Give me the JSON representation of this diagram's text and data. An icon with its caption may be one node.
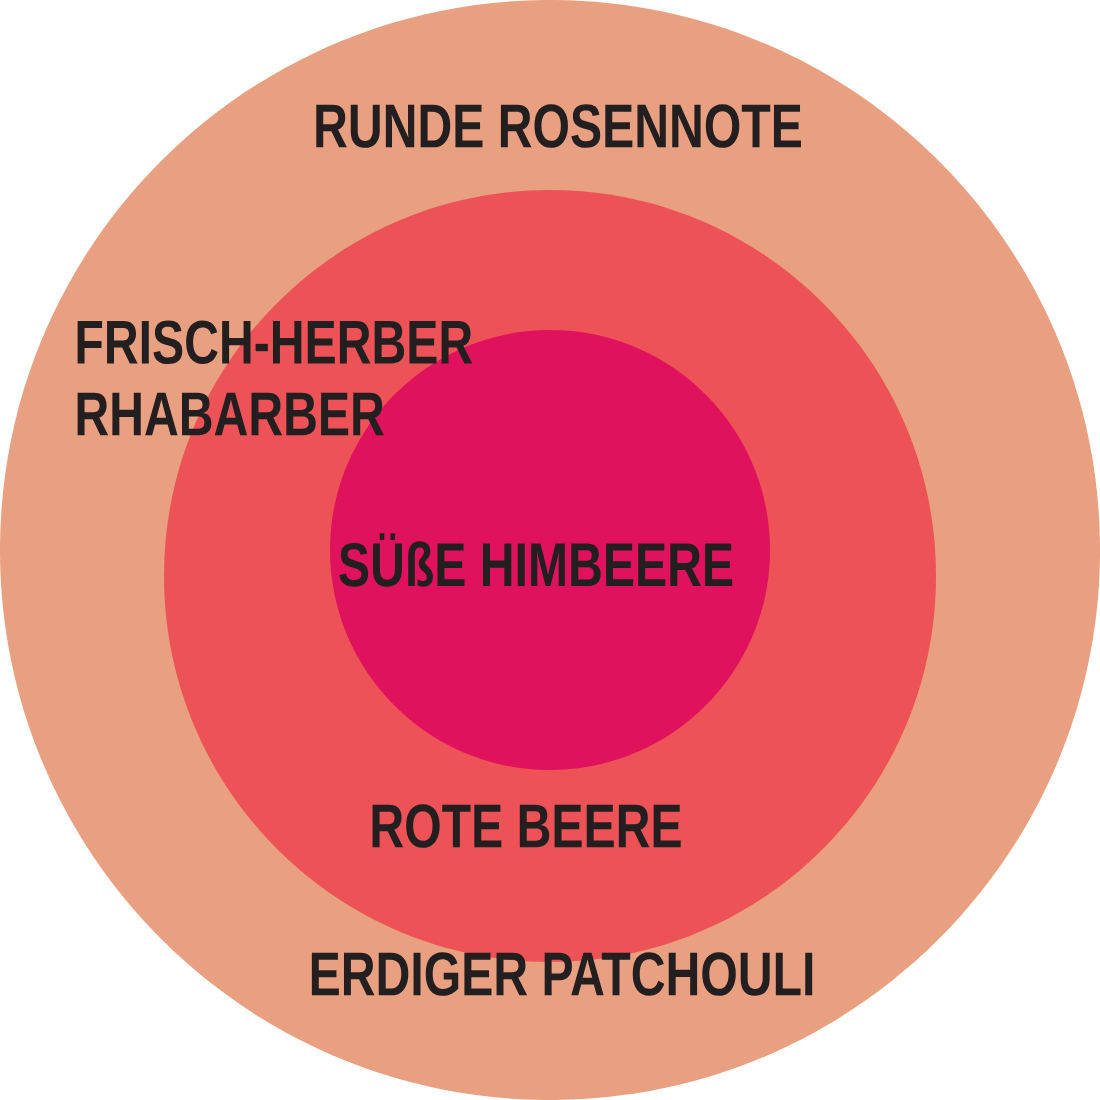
{
  "diagram": {
    "nodes": [
      {
        "text": [
          "RUNDE ROSENNOTE",
          "ERDIGER PATCHOULI"
        ]
      },
      {
        "text": [
          "ROTE BEERE"
        ],
        "in": 0
      },
      {
        "text": [
          "SÜßE HIMBEERE"
        ],
        "in": 1
      }
    ],
    "labels": [
      "FRISCH-HERBER RHABARBER"
    ]
  }
}
